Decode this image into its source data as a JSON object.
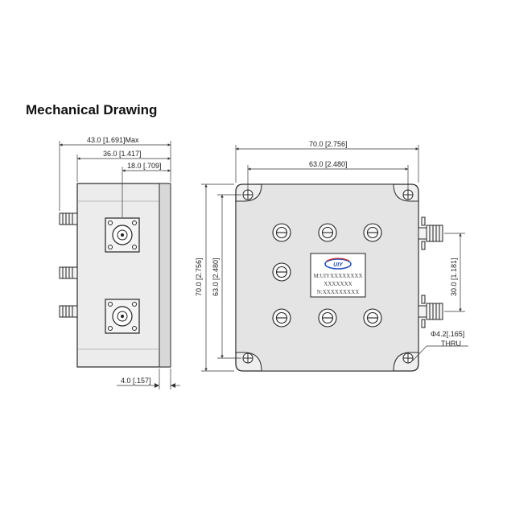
{
  "title": "Mechanical Drawing",
  "side_view": {
    "width_overall": "43.0 [1.691]Max",
    "width_body": "36.0 [1.417]",
    "connector_offset": "18.0 [.709]",
    "flange_thickness": "4.0 [.157]"
  },
  "front_view": {
    "width_overall": "70.0 [2.756]",
    "hole_spacing_x": "63.0 [2.480]",
    "height_overall": "70.0 [2.756]",
    "hole_spacing_y": "63.0 [2.480]",
    "port_spacing": "30.0 [1.181]",
    "hole_callout": "Φ4.2[.165]",
    "hole_type": "THRU",
    "label": {
      "logo": "UIY",
      "line1": "M:UIYXXXXXXXX",
      "line2": "XXXXXXX",
      "line3": "N:XXXXXXXXX"
    }
  },
  "colors": {
    "line": "#2a2a2a",
    "body": "#e9e9e9",
    "dim": "#555555",
    "logo": "#1f4fbf",
    "logo_accent": "#d42a2a"
  }
}
